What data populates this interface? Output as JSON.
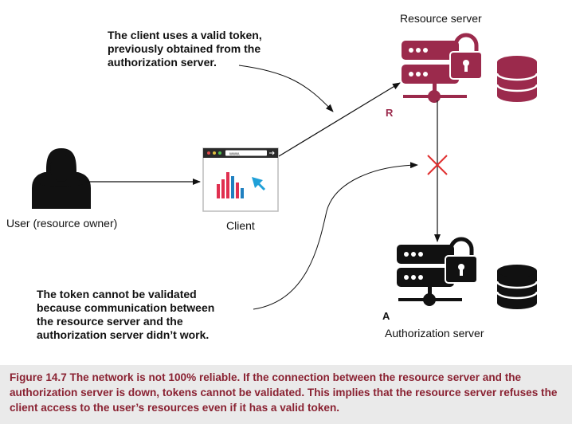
{
  "labels": {
    "resource_server": "Resource server",
    "resource_server_letter": "R",
    "authorization_server": "Authorization server",
    "authorization_server_letter": "A",
    "user": "User (resource owner)",
    "client": "Client",
    "browser_url": "www."
  },
  "annotations": {
    "token_used": [
      "The client uses a valid token,",
      "previously obtained from the",
      "authorization server."
    ],
    "cannot_validate": [
      "The token cannot be validated",
      "because communication between",
      "the resource server and the",
      "authorization server didn’t work."
    ]
  },
  "caption": "Figure 14.7   The network is not 100% reliable. If the connection between the resource server and the authorization server is down, tokens cannot be validated. This implies that the resource server refuses the client access to the user’s resources even if it has a valid token.",
  "colors": {
    "resource_server": "#9b2a4c",
    "authorization_server": "#111111",
    "failure_cross": "#e03030",
    "caption_text": "#8a2232",
    "caption_background": "#eaeaea"
  },
  "icons": [
    "user-icon",
    "browser-window-icon",
    "bar-chart-icon",
    "cursor-arrow-icon",
    "server-icon",
    "padlock-icon",
    "database-icon",
    "cross-icon"
  ]
}
